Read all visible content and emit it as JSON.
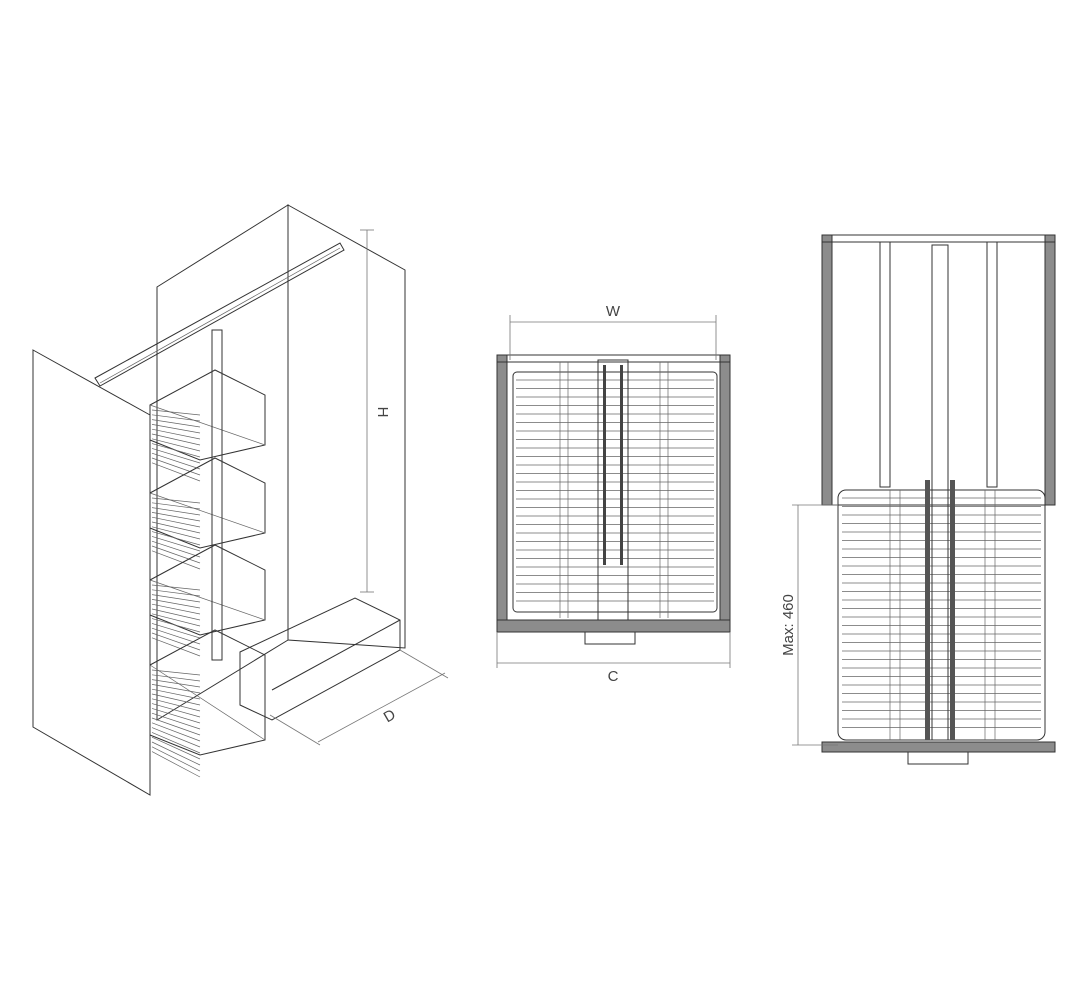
{
  "labels": {
    "height": "H",
    "depth": "D",
    "width": "W",
    "cabinet": "C",
    "max_extension": "Max: 460"
  },
  "colors": {
    "wall": "#8c8c8c",
    "line": "#333333"
  }
}
